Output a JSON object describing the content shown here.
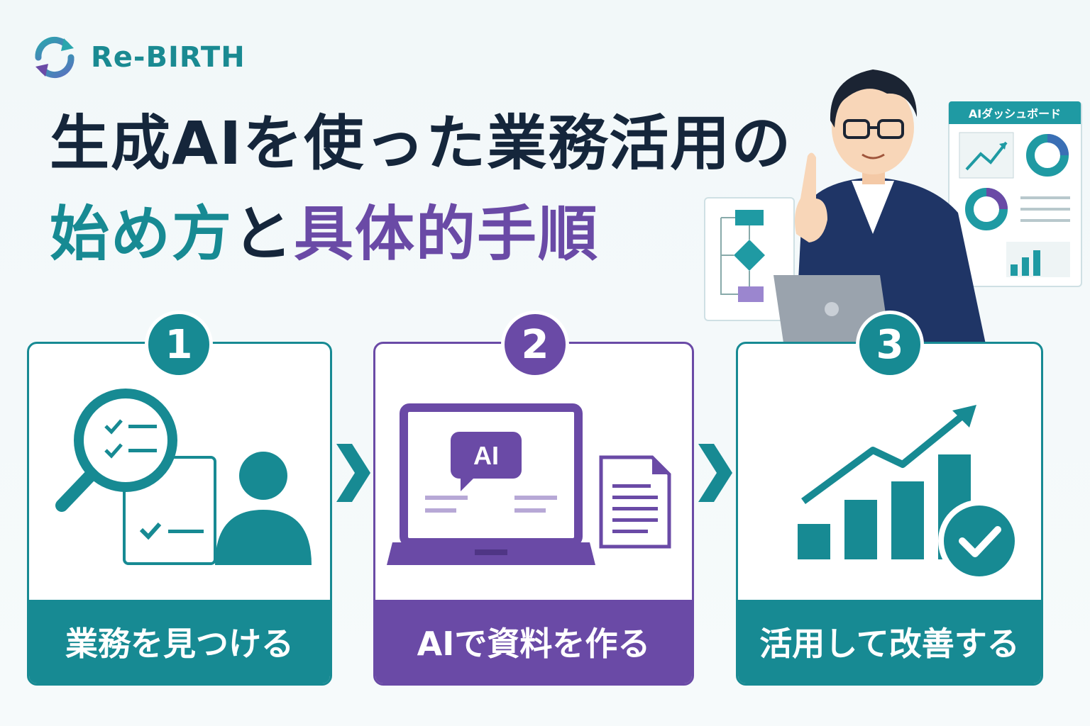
{
  "brand": {
    "name": "Re-BIRTH",
    "icon": "refresh-cycle-icon"
  },
  "headline": {
    "line1": "生成AIを使った業務活用の",
    "line2_part1": "始め方",
    "line2_part2": "と",
    "line2_part3": "具体的手順"
  },
  "dashboard": {
    "title": "AIダッシュボード"
  },
  "steps": [
    {
      "number": "1",
      "label": "業務を見つける",
      "icon": "magnifier-checklist-person-icon"
    },
    {
      "number": "2",
      "label": "AIで資料を作る",
      "icon": "laptop-ai-document-icon"
    },
    {
      "number": "3",
      "label": "活用して改善する",
      "icon": "growth-chart-check-icon"
    }
  ],
  "laptop_screen_label": "AI",
  "colors": {
    "teal": "#178a93",
    "purple": "#6a4aa6",
    "navy": "#15263b"
  }
}
